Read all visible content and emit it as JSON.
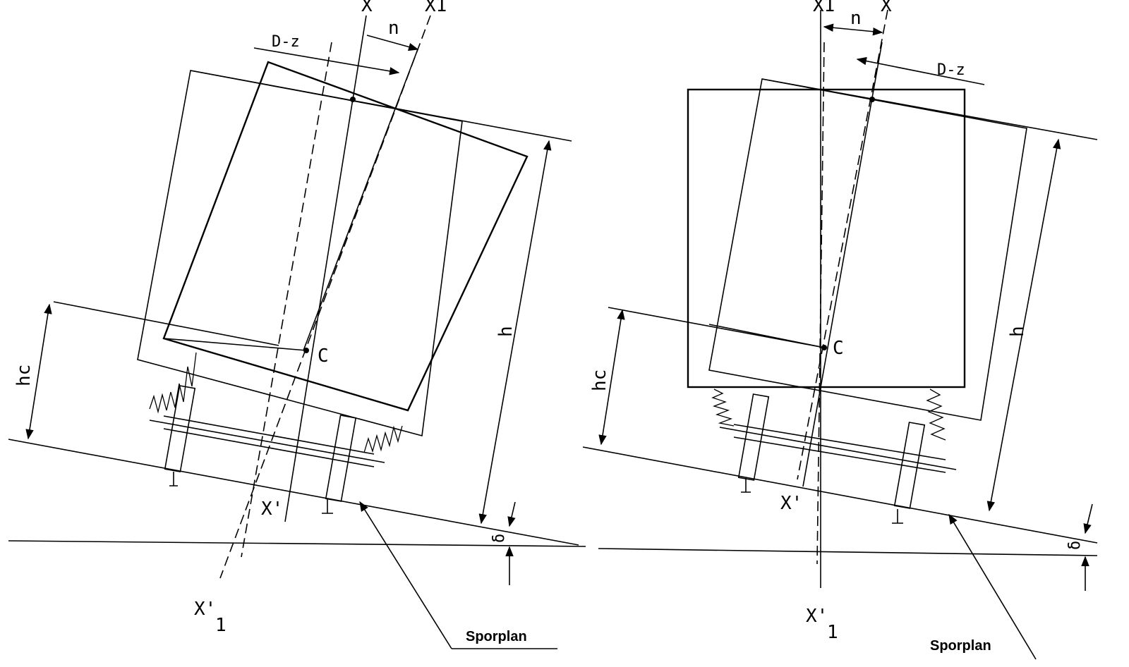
{
  "left_figure": {
    "label_x_top": "X",
    "label_x1_top": "X1",
    "label_n": "n",
    "label_dz": "D-z",
    "label_c": "C",
    "label_h": "h",
    "label_hc": "hc",
    "label_x_prime": "X'",
    "label_x1_prime": "X'",
    "label_x1_prime_sub": "1",
    "label_delta": "δ",
    "caption": "Sporplan"
  },
  "right_figure": {
    "label_x1_top": "X1",
    "label_x_top": "X",
    "label_n": "n",
    "label_dz": "D-z",
    "label_c": "C",
    "label_h": "h",
    "label_hc": "hc",
    "label_x_prime": "X'",
    "label_x1_prime": "X'",
    "label_x1_prime_sub": "1",
    "label_delta": "δ",
    "caption": "Sporplan"
  }
}
